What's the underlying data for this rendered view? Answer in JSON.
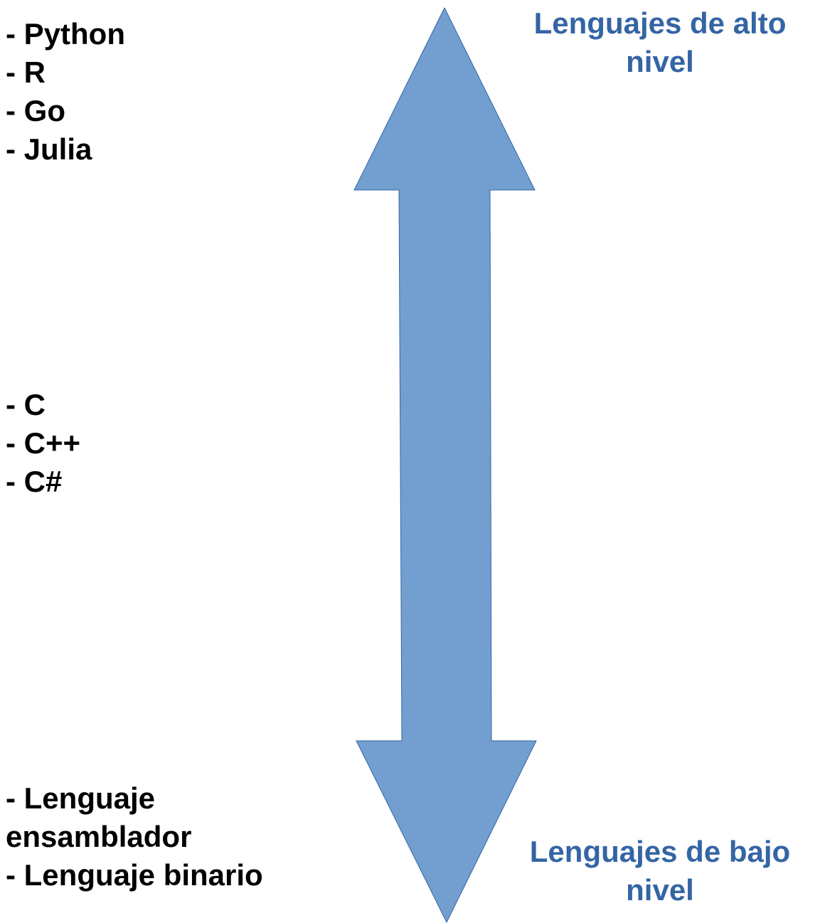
{
  "high_level_label": "Lenguajes de alto nivel",
  "low_level_label": "Lenguajes de bajo nivel",
  "high_level_items": [
    "- Python",
    "- R",
    "- Go",
    "- Julia"
  ],
  "mid_level_items": [
    "- C",
    "- C++",
    "- C#"
  ],
  "low_level_items": [
    "- Lenguaje",
    "ensamblador",
    "- Lenguaje binario"
  ],
  "colors": {
    "arrow_fill": "#729fcf",
    "arrow_stroke": "#3465a4",
    "label_text": "#3465a4",
    "list_text": "#000000"
  }
}
